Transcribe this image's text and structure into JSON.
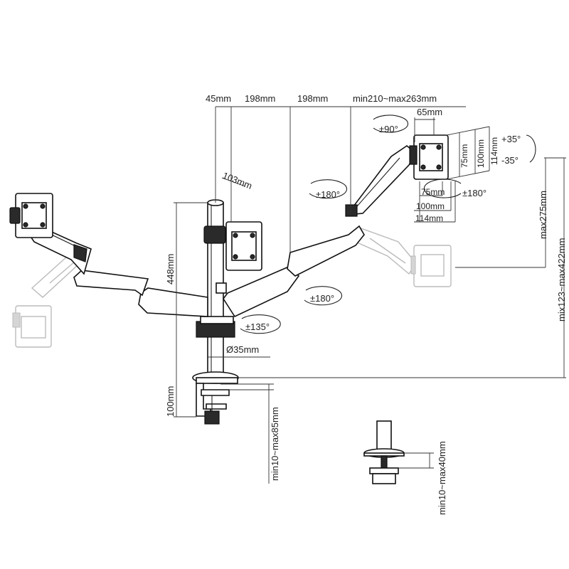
{
  "dimensions": {
    "offset_45": "45mm",
    "arm_198_a": "198mm",
    "arm_198_b": "198mm",
    "head_range": "min210~max263mm",
    "offset_65": "65mm",
    "offset_103": "103mm",
    "height_448": "448mm",
    "pole_diameter": "Ø35mm",
    "clamp_100": "100mm",
    "clamp_range": "min10~max85mm",
    "grommet_range": "min10~max40mm",
    "vesa_75_h": "75mm",
    "vesa_100_h": "100mm",
    "vesa_114_h": "114mm",
    "vesa_75_w": "75mm",
    "vesa_100_w": "100mm",
    "vesa_114_w": "114mm",
    "max_275": "max275mm",
    "range_123_422": "mix123~max422mm"
  },
  "rotations": {
    "swivel_90": "±90°",
    "swivel_180_left": "±180°",
    "rotate_180_vesa": "±180°",
    "swivel_180_mid": "±180°",
    "swivel_135": "±135°",
    "tilt_plus": "+35°",
    "tilt_minus": "-35°"
  }
}
